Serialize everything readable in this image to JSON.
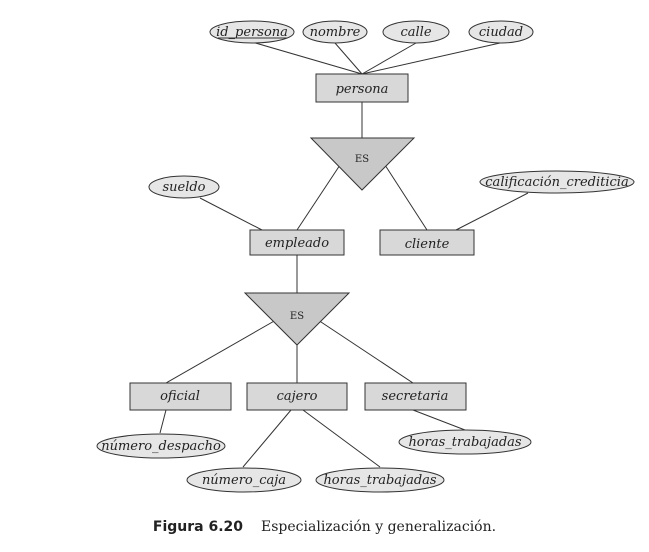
{
  "entities": {
    "persona": "persona",
    "empleado": "empleado",
    "cliente": "cliente",
    "oficial": "oficial",
    "cajero": "cajero",
    "secretaria": "secretaria"
  },
  "attributes": {
    "id_persona": "id_persona",
    "nombre": "nombre",
    "calle": "calle",
    "ciudad": "ciudad",
    "sueldo": "sueldo",
    "calificacion_crediticia": "calificación_crediticia",
    "numero_despacho": "número_despacho",
    "numero_caja": "número_caja",
    "horas_trabajadas_cajero": "horas_trabajadas",
    "horas_trabajadas_secretaria": "horas_trabajadas"
  },
  "isa": {
    "top": "ES",
    "bottom": "ES"
  },
  "caption": {
    "label": "Figura 6.20",
    "text": "Especialización y generalización."
  }
}
